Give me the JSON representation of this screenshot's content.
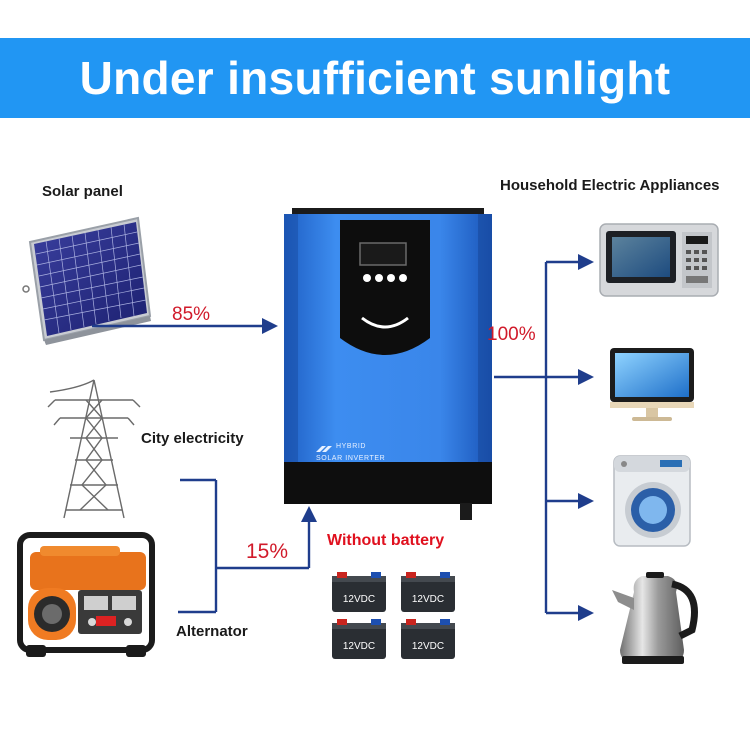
{
  "header": {
    "title": "Under insufficient sunlight"
  },
  "labels": {
    "solar_panel": "Solar panel",
    "city_electricity": "City electricity",
    "alternator": "Alternator",
    "appliances": "Household Electric Appliances",
    "without_battery": "Without battery"
  },
  "percentages": {
    "solar": "85%",
    "output": "100%",
    "grid": "15%"
  },
  "inverter": {
    "line1": "HYBRID",
    "line2": "SOLAR INVERTER"
  },
  "batteries": [
    {
      "label": "12VDC"
    },
    {
      "label": "12VDC"
    },
    {
      "label": "12VDC"
    },
    {
      "label": "12VDC"
    }
  ],
  "colors": {
    "banner": "#2196f3",
    "arrow": "#1f3d8c",
    "accent_red": "#e0101e",
    "inverter_blue": "#2f7fe0"
  }
}
